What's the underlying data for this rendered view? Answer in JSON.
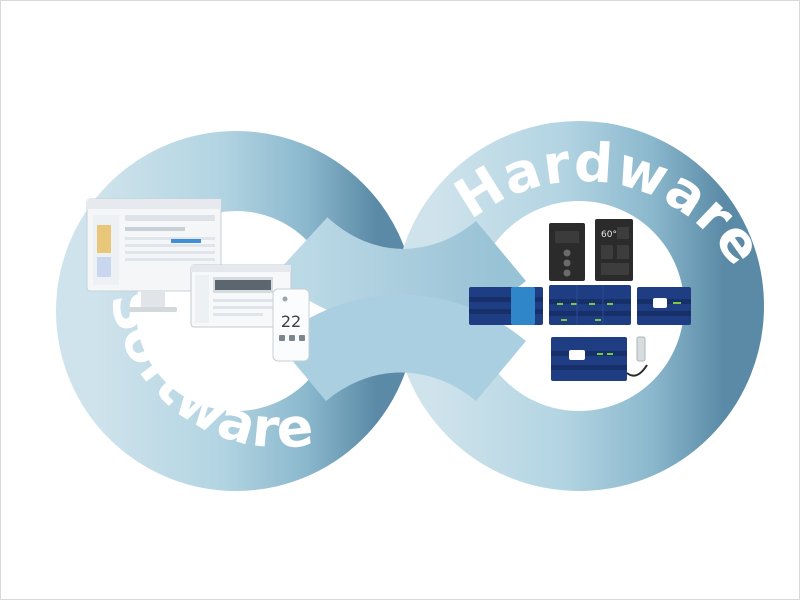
{
  "labels": {
    "software": "Software",
    "hardware": "Hardware"
  },
  "thermostat": {
    "temperature": "22"
  },
  "hardware_panel": {
    "display_value": "60°"
  },
  "colors": {
    "loop_light": "#d4e6ee",
    "loop_mid": "#a7ccdc",
    "loop_dark": "#5f8ea9",
    "device_navy": "#1f3d82",
    "device_blue": "#2f86c8",
    "device_black": "#2b2b2b",
    "led_green": "#7ac943"
  }
}
